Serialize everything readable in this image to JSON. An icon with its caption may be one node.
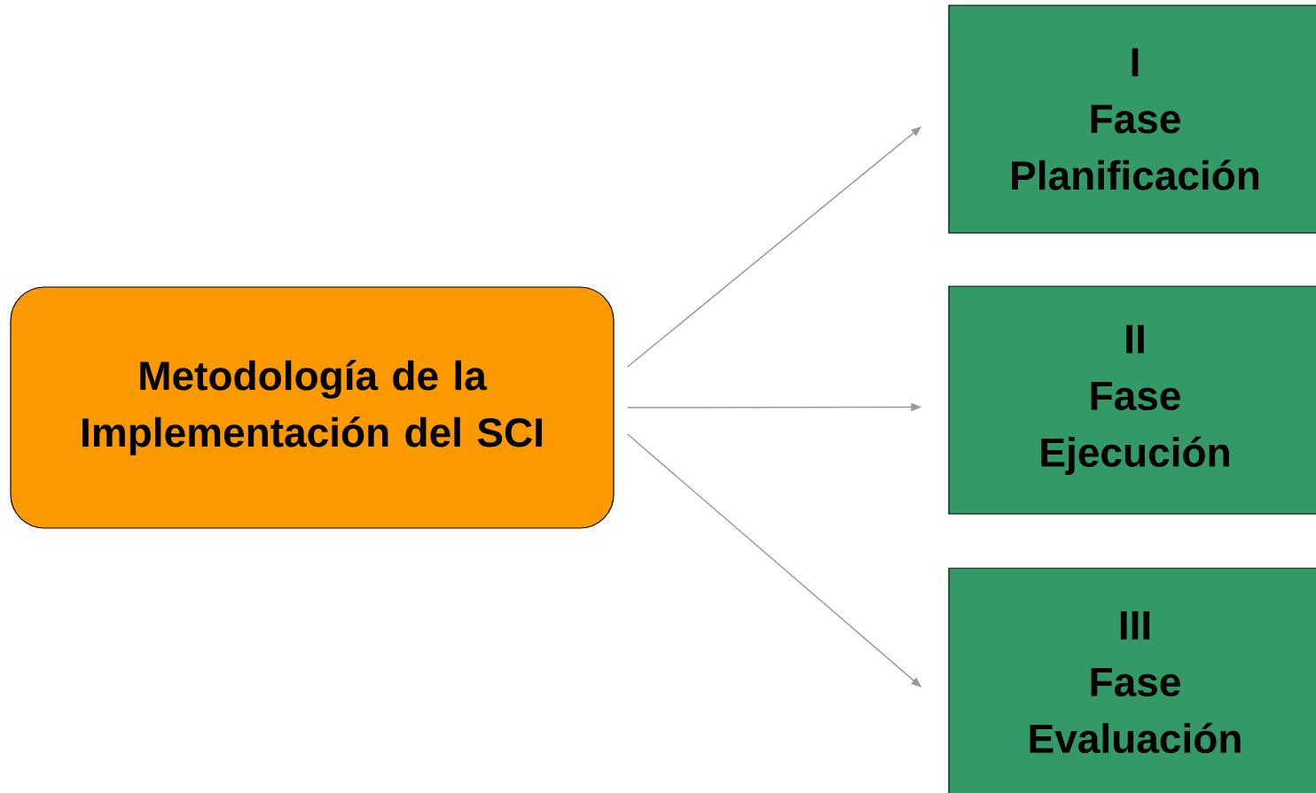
{
  "diagram": {
    "nodes": [
      {
        "text": [
          "Metodología de la Implementación del SCI"
        ]
      },
      {
        "text": [
          "I",
          "Fase",
          "Planificación"
        ]
      },
      {
        "text": [
          "II",
          "Fase",
          "Ejecución"
        ]
      },
      {
        "text": [
          "III",
          "Fase",
          "Evaluación"
        ]
      }
    ],
    "edges": [
      {
        "from": 0,
        "to": 1,
        "arrow": "to"
      },
      {
        "from": 0,
        "to": 2,
        "arrow": "to"
      },
      {
        "from": 0,
        "to": 3,
        "arrow": "to"
      }
    ]
  }
}
